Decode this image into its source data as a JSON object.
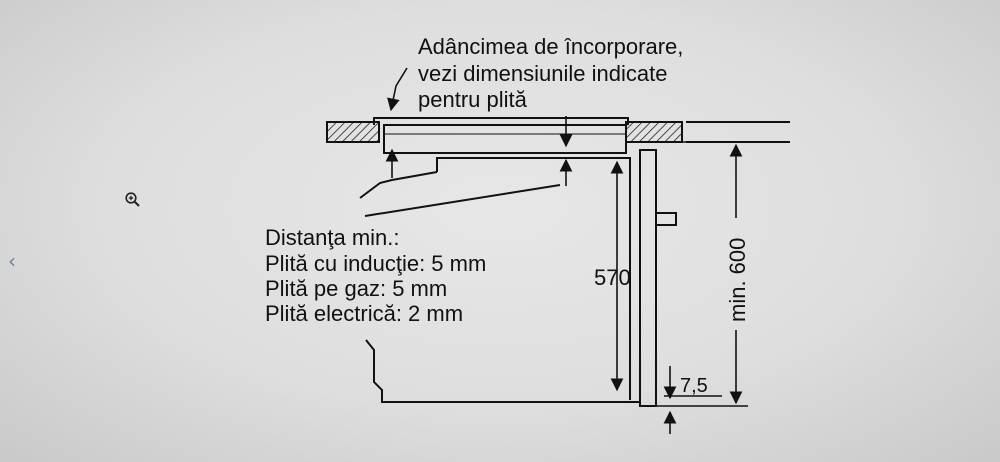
{
  "viewer": {
    "zoom_icon": "magnifier-plus-icon",
    "prev_icon": "chevron-left-icon",
    "prev_glyph": "‹"
  },
  "diagram": {
    "note_top": [
      "Adâncimea de încorporare,",
      "vezi dimensiunile indicate",
      "pentru plită"
    ],
    "note_left": [
      "Distanţa min.:",
      "Plită cu inducţie: 5 mm",
      "Plită pe gaz: 5 mm",
      "Plită electrică: 2 mm"
    ],
    "dim_570": "570",
    "dim_min600": "min. 600",
    "dim_7_5": "7,5"
  },
  "colors": {
    "ink": "#111111",
    "background": "#e3e3e3"
  }
}
